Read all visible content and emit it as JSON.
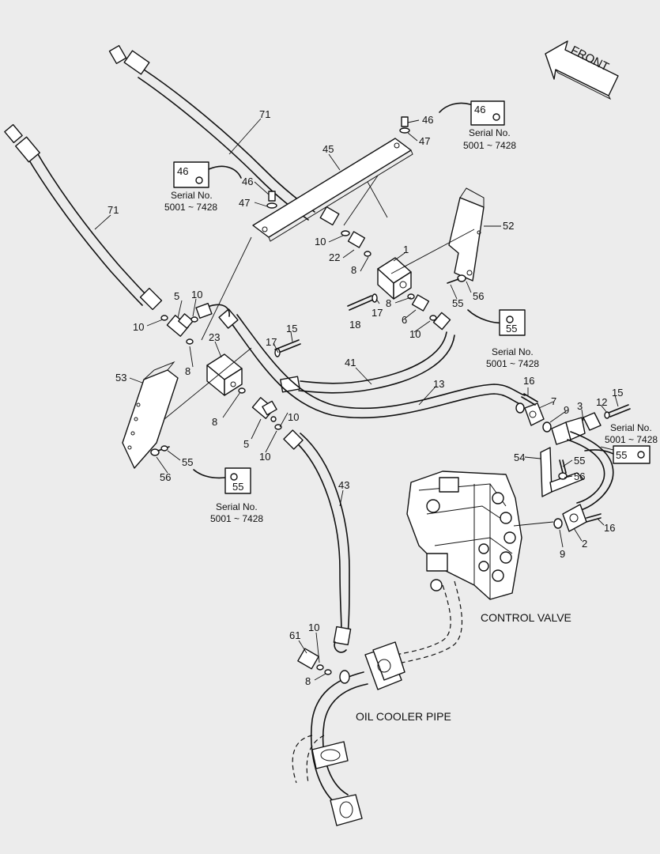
{
  "front_label": "FRONT",
  "captions": {
    "control_valve": "CONTROL VALVE",
    "oil_cooler_pipe": "OIL COOLER PIPE"
  },
  "serial": {
    "line1": "Serial No.",
    "line2": "5001 ~ 7428"
  },
  "callouts": [
    {
      "id": "c71a",
      "text": "71"
    },
    {
      "id": "c71b",
      "text": "71"
    },
    {
      "id": "c45",
      "text": "45"
    },
    {
      "id": "c46a",
      "text": "46"
    },
    {
      "id": "c47a",
      "text": "47"
    },
    {
      "id": "c46b",
      "text": "46"
    },
    {
      "id": "c47b",
      "text": "47"
    },
    {
      "id": "c52",
      "text": "52"
    },
    {
      "id": "c10a",
      "text": "10"
    },
    {
      "id": "c22",
      "text": "22"
    },
    {
      "id": "c1",
      "text": "1"
    },
    {
      "id": "c8a",
      "text": "8"
    },
    {
      "id": "c8b",
      "text": "8"
    },
    {
      "id": "c17a",
      "text": "17"
    },
    {
      "id": "c18",
      "text": "18"
    },
    {
      "id": "c6",
      "text": "6"
    },
    {
      "id": "c10b",
      "text": "10"
    },
    {
      "id": "c56a",
      "text": "56"
    },
    {
      "id": "c55a",
      "text": "55"
    },
    {
      "id": "c5a",
      "text": "5"
    },
    {
      "id": "c10c",
      "text": "10"
    },
    {
      "id": "c10d",
      "text": "10"
    },
    {
      "id": "c23",
      "text": "23"
    },
    {
      "id": "c17b",
      "text": "17"
    },
    {
      "id": "c15a",
      "text": "15"
    },
    {
      "id": "c41",
      "text": "41"
    },
    {
      "id": "c53",
      "text": "53"
    },
    {
      "id": "c8c",
      "text": "8"
    },
    {
      "id": "c8d",
      "text": "8"
    },
    {
      "id": "c13",
      "text": "13"
    },
    {
      "id": "c10e",
      "text": "10"
    },
    {
      "id": "c5b",
      "text": "5"
    },
    {
      "id": "c10f",
      "text": "10"
    },
    {
      "id": "c16a",
      "text": "16"
    },
    {
      "id": "c7",
      "text": "7"
    },
    {
      "id": "c9a",
      "text": "9"
    },
    {
      "id": "c3",
      "text": "3"
    },
    {
      "id": "c12",
      "text": "12"
    },
    {
      "id": "c15b",
      "text": "15"
    },
    {
      "id": "c56b",
      "text": "56"
    },
    {
      "id": "c55b",
      "text": "55"
    },
    {
      "id": "c54",
      "text": "54"
    },
    {
      "id": "c55c",
      "text": "55"
    },
    {
      "id": "c56c",
      "text": "56"
    },
    {
      "id": "c43",
      "text": "43"
    },
    {
      "id": "c9b",
      "text": "9"
    },
    {
      "id": "c2",
      "text": "2"
    },
    {
      "id": "c16b",
      "text": "16"
    },
    {
      "id": "c61",
      "text": "61"
    },
    {
      "id": "c10g",
      "text": "10"
    },
    {
      "id": "c8e",
      "text": "8"
    }
  ],
  "serial_boxes": [
    {
      "id": "sb1",
      "part": "46"
    },
    {
      "id": "sb2",
      "part": "46"
    },
    {
      "id": "sb3",
      "part": "55"
    },
    {
      "id": "sb4",
      "part": "55"
    },
    {
      "id": "sb5",
      "part": "55"
    }
  ]
}
